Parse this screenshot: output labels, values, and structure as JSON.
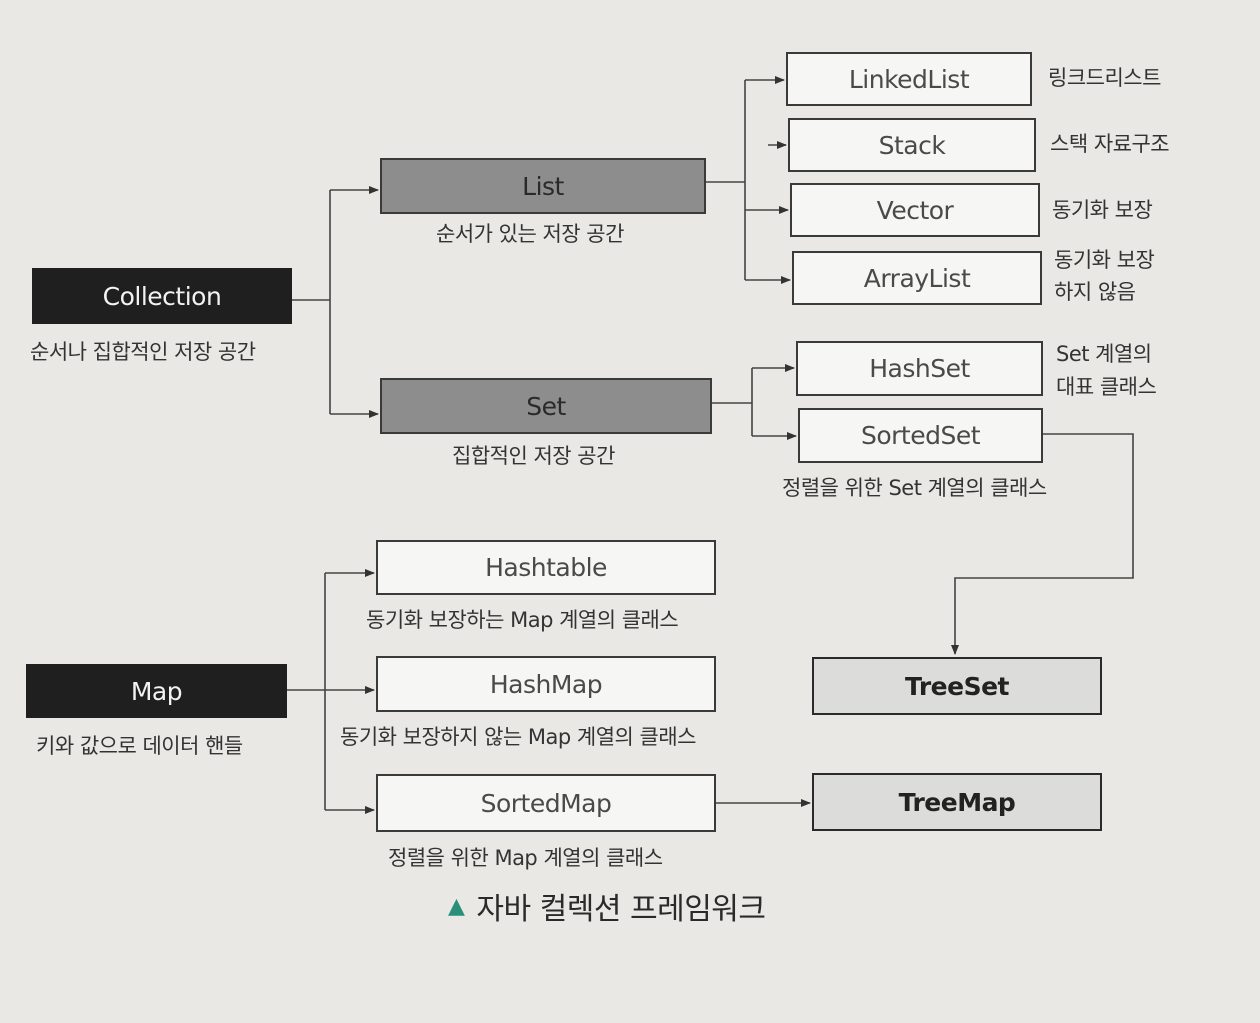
{
  "nodes": {
    "collection": {
      "label": "Collection",
      "desc": "순서나 집합적인 저장 공간"
    },
    "list": {
      "label": "List",
      "desc": "순서가 있는 저장 공간"
    },
    "set": {
      "label": "Set",
      "desc": "집합적인 저장 공간"
    },
    "map": {
      "label": "Map",
      "desc": "키와 값으로 데이터 핸들"
    },
    "linkedlist": {
      "label": "LinkedList",
      "desc": "링크드리스트"
    },
    "stack": {
      "label": "Stack",
      "desc": "스택 자료구조"
    },
    "vector": {
      "label": "Vector",
      "desc": "동기화 보장"
    },
    "arraylist": {
      "label": "ArrayList",
      "desc_line1": "동기화 보장",
      "desc_line2": "하지 않음"
    },
    "hashset": {
      "label": "HashSet",
      "desc_line1": "Set 계열의",
      "desc_line2": "대표 클래스"
    },
    "sortedset": {
      "label": "SortedSet",
      "desc": "정렬을 위한 Set 계열의 클래스"
    },
    "hashtable": {
      "label": "Hashtable",
      "desc": "동기화 보장하는 Map 계열의 클래스"
    },
    "hashmap": {
      "label": "HashMap",
      "desc": "동기화 보장하지 않는 Map 계열의 클래스"
    },
    "sortedmap": {
      "label": "SortedMap",
      "desc": "정렬을 위한 Map 계열의 클래스"
    },
    "treeset": {
      "label": "TreeSet"
    },
    "treemap": {
      "label": "TreeMap"
    }
  },
  "caption": {
    "marker": "▲",
    "text": "자바 컬렉션 프레임워크"
  },
  "colors": {
    "dark_node": "#1f1f1f",
    "gray_node": "#8d8d8d",
    "light_node": "#dcdcda",
    "caption_marker": "#2a8f7a"
  }
}
